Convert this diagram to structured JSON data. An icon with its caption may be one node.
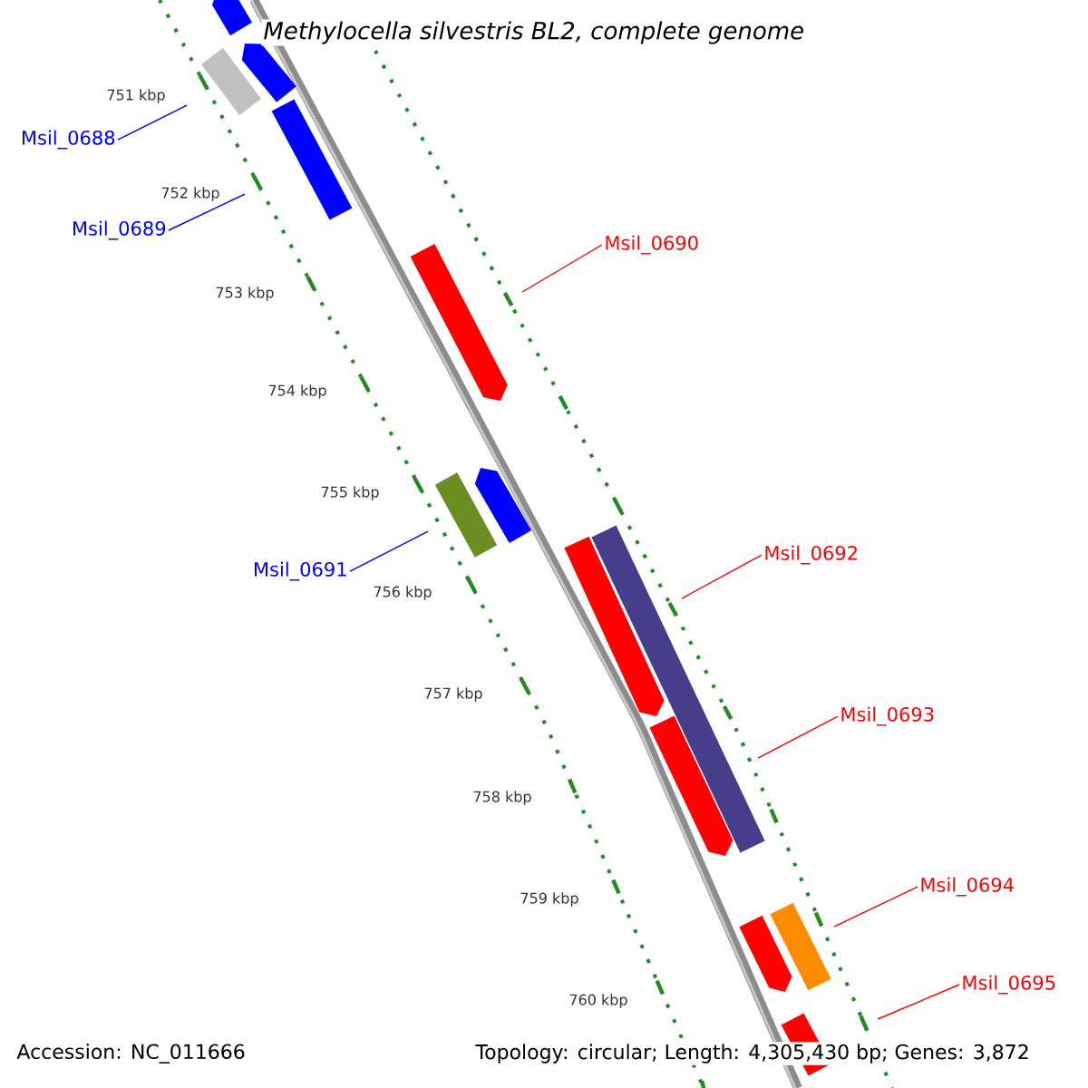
{
  "diagram": {
    "title": "Methylocella silvestris BL2, complete genome",
    "nodes": [
      {
        "text": [
          "Msil_0688"
        ]
      },
      {
        "text": [
          "Msil_0689"
        ]
      },
      {
        "text": [
          "Msil_0690"
        ]
      },
      {
        "text": [
          "Msil_0691"
        ]
      },
      {
        "text": [
          "Msil_0692"
        ]
      },
      {
        "text": [
          "Msil_0693"
        ]
      },
      {
        "text": [
          "Msil_0694"
        ]
      },
      {
        "text": [
          "Msil_0695"
        ]
      }
    ],
    "edges": [
      {
        "from": 0,
        "to": null,
        "arrow": "none",
        "color": "#0000ff"
      },
      {
        "from": 1,
        "to": null,
        "arrow": "none",
        "color": "#0000ff"
      },
      {
        "from": 2,
        "to": null,
        "arrow": "none"
      },
      {
        "from": 3,
        "to": null,
        "arrow": "none",
        "color": "#0000ff"
      },
      {
        "from": 4,
        "to": null,
        "arrow": "none"
      },
      {
        "from": 5,
        "to": null,
        "arrow": "none"
      },
      {
        "from": 6,
        "to": null,
        "arrow": "none"
      },
      {
        "from": 7,
        "to": null,
        "arrow": "none"
      }
    ],
    "labels": [
      "751 kbp",
      "752 kbp",
      "753 kbp",
      "754 kbp",
      "755 kbp",
      "756 kbp",
      "757 kbp",
      "758 kbp",
      "759 kbp",
      "760 kbp",
      "Accession: NC_011666",
      "Topology: circular; Length: 4,305,430 bp; Genes: 3,872"
    ]
  }
}
